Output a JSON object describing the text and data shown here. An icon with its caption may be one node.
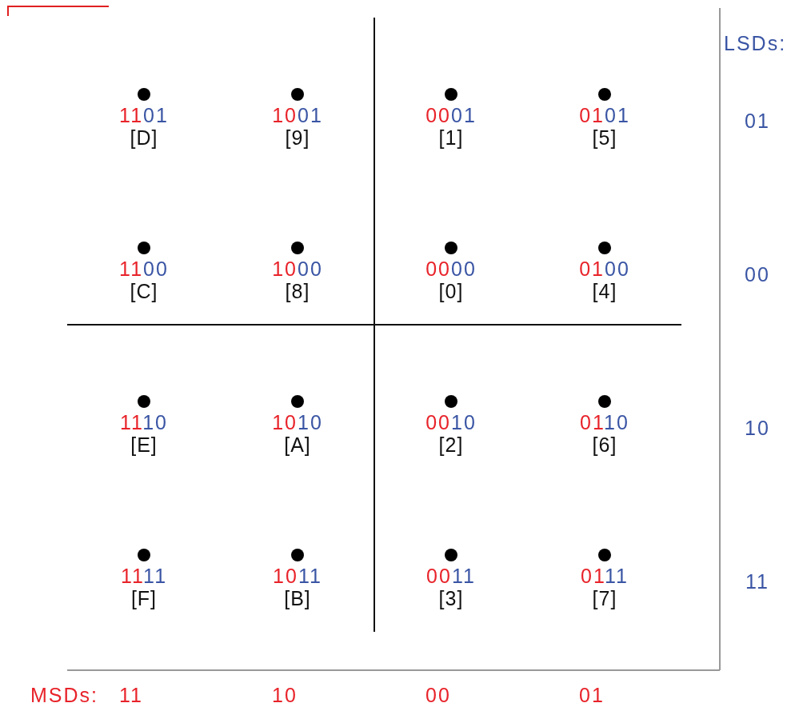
{
  "diagram": {
    "nodes": [
      {
        "text": [
          "1101",
          "[D]"
        ]
      },
      {
        "text": [
          "1001",
          "[9]"
        ]
      },
      {
        "text": [
          "0001",
          "[1]"
        ]
      },
      {
        "text": [
          "0101",
          "[5]"
        ]
      },
      {
        "text": [
          "1100",
          "[C]"
        ]
      },
      {
        "text": [
          "1000",
          "[8]"
        ]
      },
      {
        "text": [
          "0000",
          "[0]"
        ]
      },
      {
        "text": [
          "0100",
          "[4]"
        ]
      },
      {
        "text": [
          "1110",
          "[E]"
        ]
      },
      {
        "text": [
          "1010",
          "[A]"
        ]
      },
      {
        "text": [
          "0010",
          "[2]"
        ]
      },
      {
        "text": [
          "0110",
          "[6]"
        ]
      },
      {
        "text": [
          "1111",
          "[F]"
        ]
      },
      {
        "text": [
          "1011",
          "[B]"
        ]
      },
      {
        "text": [
          "0011",
          "[3]"
        ]
      },
      {
        "text": [
          "0111",
          "[7]"
        ]
      }
    ],
    "edges": [],
    "labels": [
      "LSDs:",
      "01",
      "00",
      "10",
      "11",
      "MSDs:",
      "11",
      "10",
      "00",
      "01"
    ]
  }
}
